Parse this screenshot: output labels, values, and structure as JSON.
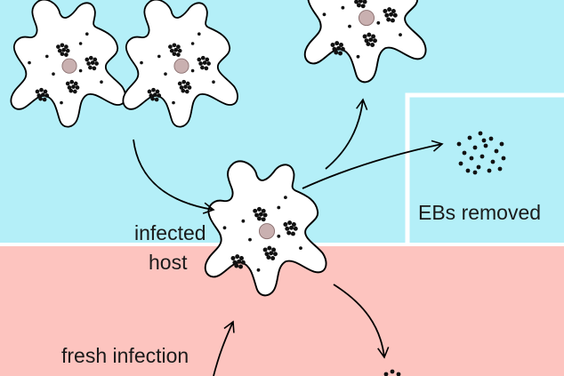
{
  "labels": {
    "infected": "infected",
    "host": "host",
    "ebs_removed": "EBs removed",
    "fresh_infection": "fresh infection"
  },
  "colors": {
    "upper_region": "#b4eff8",
    "lower_region": "#fdc4bf",
    "divider": "#ffffff",
    "cell_fill": "#ffffff",
    "cell_outline": "#000000",
    "nucleus": "#c9b0b0",
    "text": "#1a1a1a"
  }
}
